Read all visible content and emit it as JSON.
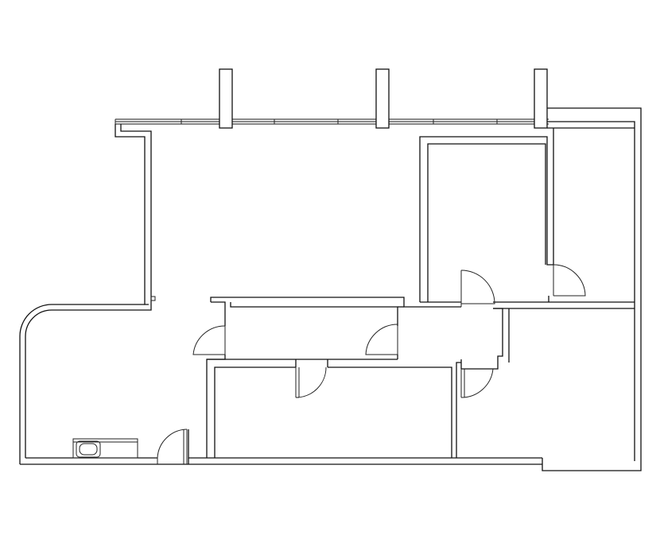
{
  "plan": {
    "wall_color": "#111111",
    "background": "#ffffff",
    "rooms": [
      "west-open-area",
      "north-office-1",
      "north-office-2",
      "corridor",
      "conference-room",
      "south-east-room",
      "lobby"
    ],
    "doors": [
      "west-corridor-door",
      "east-corridor-door",
      "north-office-1-door",
      "north-office-2-door",
      "conference-room-door",
      "south-east-room-door",
      "entry-door"
    ],
    "fixtures": [
      "sink-icon"
    ]
  }
}
